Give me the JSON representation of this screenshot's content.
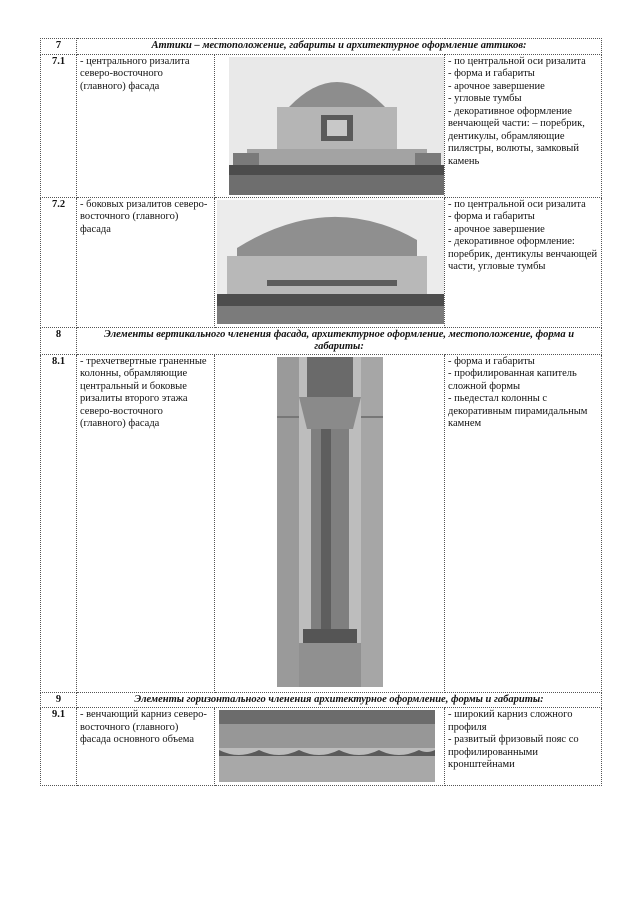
{
  "sections": [
    {
      "num": "7",
      "title": "Аттики – местоположение, габариты и архитектурное оформление аттиков:",
      "rows": [
        {
          "num": "7.1",
          "description": "- центрального ризалита северо-восточного (главного) фасада",
          "features": [
            "- по центральной оси ризалита",
            "- форма и габариты",
            "- арочное завершение",
            "- угловые тумбы",
            "- декоративное оформление венчающей части: – поребрик, дентикулы, обрамляющие пилястры, волюты, замковый камень"
          ]
        },
        {
          "num": "7.2",
          "description": "- боковых ризалитов северо-восточного (главного) фасада",
          "features": [
            "- по центральной оси ризалита",
            "- форма и габариты",
            "- арочное завершение",
            "- декоративное оформление: поребрик, дентикулы венчающей части, угловые тумбы"
          ]
        }
      ]
    },
    {
      "num": "8",
      "title": "Элементы вертикального членения фасада, архитектурное оформление, местоположение, форма и габариты:",
      "rows": [
        {
          "num": "8.1",
          "description": "- трехчетвертные граненные колонны, обрамляющие центральный и боковые ризалиты второго этажа северо-восточного (главного) фасада",
          "features": [
            "- форма и габариты",
            "- профилированная капитель сложной формы",
            "- пьедестал колонны с декоративным пирамидальным камнем"
          ]
        }
      ]
    },
    {
      "num": "9",
      "title": "Элементы горизонтального членения архитектурное оформление, формы и габариты:",
      "rows": [
        {
          "num": "9.1",
          "description": "- венчающий карниз северо-восточного (главного) фасада основного объема",
          "features": [
            "- широкий карниз сложного профиля",
            "- развитый фризовый пояс со профилированными кронштейнами"
          ]
        }
      ]
    }
  ]
}
